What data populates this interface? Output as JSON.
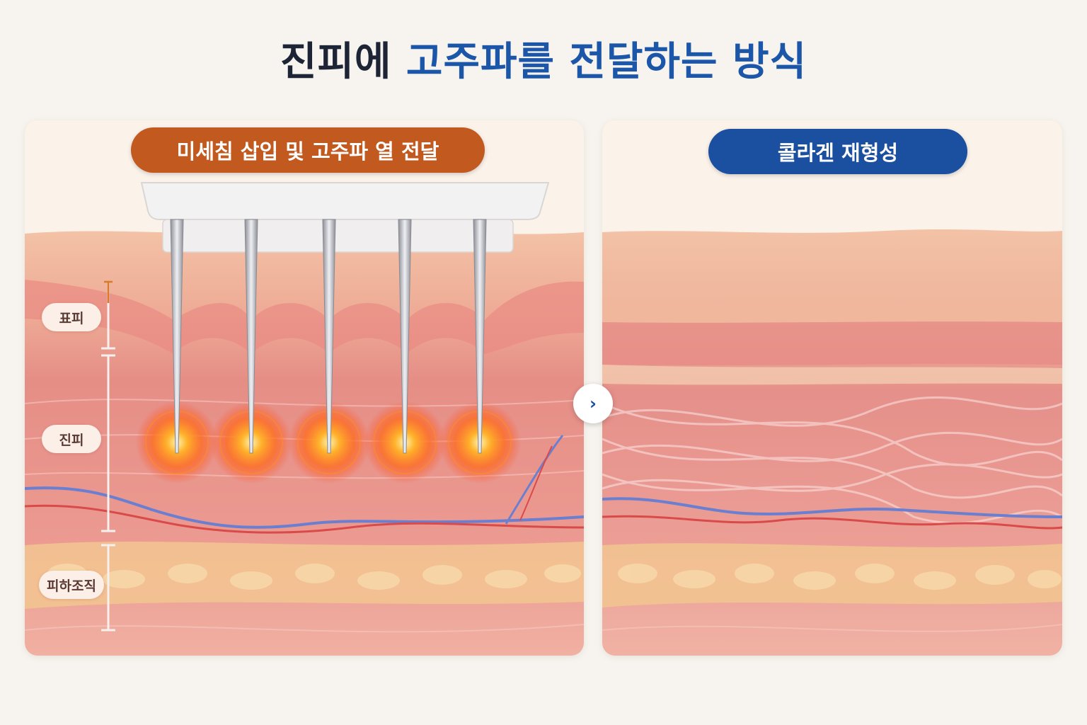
{
  "title": {
    "part1": "진피에",
    "part2": "고주파를 전달하는 방식"
  },
  "left_panel": {
    "heading": "미세침 삽입 및 고주파 열 전달",
    "layers": {
      "epidermis": "표피",
      "dermis": "진피",
      "hypodermis": "피하조직"
    },
    "needle_count": 5
  },
  "right_panel": {
    "heading": "콜라겐 재형성"
  },
  "next_button": {
    "icon": "chevron-right-icon",
    "glyph": "›"
  },
  "colors": {
    "title_dark": "#1c2436",
    "title_accent": "#1b56a8",
    "pill_orange": "#c25a1f",
    "pill_blue": "#1b4fa0",
    "heat": "#ff7a1a",
    "vein": "#6a7fd0",
    "artery": "#d94a4a"
  }
}
